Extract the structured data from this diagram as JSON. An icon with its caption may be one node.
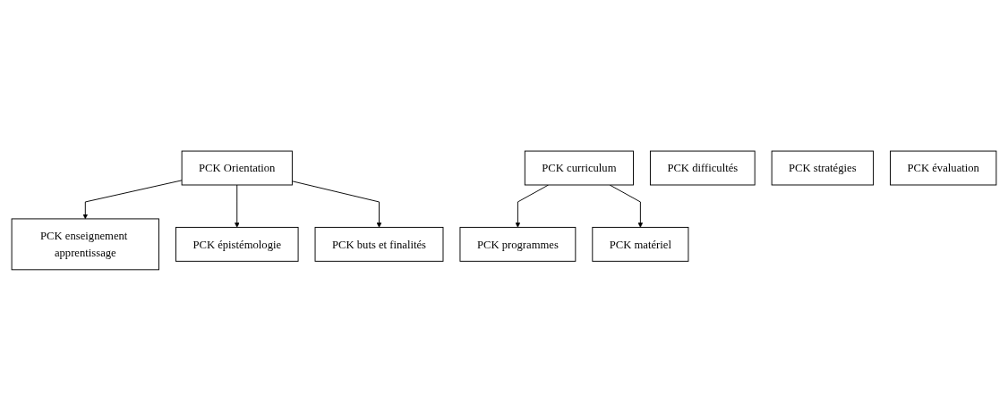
{
  "diagram": {
    "nodes": [
      {
        "text": [
          "PCK Orientation"
        ]
      },
      {
        "text": [
          "PCK enseignement apprentissage"
        ]
      },
      {
        "text": [
          "PCK épistémologie"
        ]
      },
      {
        "text": [
          "PCK buts et finalités"
        ]
      },
      {
        "text": [
          "PCK difficultés"
        ]
      },
      {
        "text": [
          "PCK stratégies"
        ]
      },
      {
        "text": [
          "PCK évaluation"
        ]
      },
      {
        "text": [
          "PCK curriculum"
        ]
      },
      {
        "text": [
          "PCK programmes"
        ]
      },
      {
        "text": [
          "PCK matériel"
        ]
      }
    ],
    "edges": [
      {
        "from": 0,
        "to": 1,
        "arrow": "to"
      },
      {
        "from": 0,
        "to": 2,
        "arrow": "to"
      },
      {
        "from": 0,
        "to": 3,
        "arrow": "to"
      },
      {
        "from": 7,
        "to": 8,
        "arrow": "to"
      },
      {
        "from": 7,
        "to": 9,
        "arrow": "to"
      }
    ]
  }
}
